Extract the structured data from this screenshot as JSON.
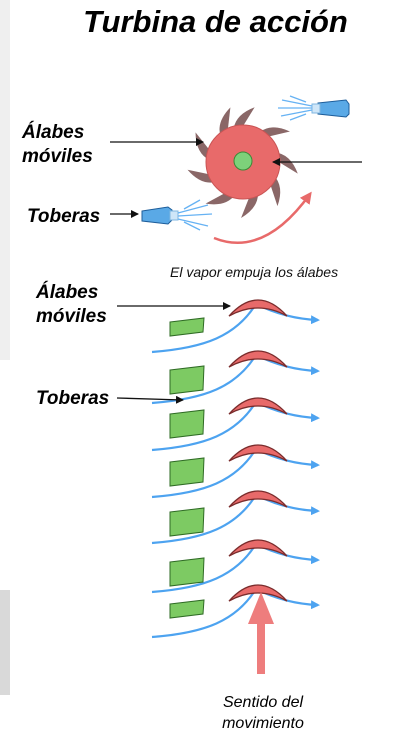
{
  "title": "Turbina de acción",
  "top_view": {
    "label_moving_blades_line1": "Álabes",
    "label_moving_blades_line2": "móviles",
    "label_nozzles": "Toberas"
  },
  "cascade_view": {
    "caption": "El vapor empuja los álabes",
    "label_moving_blades_line1": "Álabes",
    "label_moving_blades_line2": "móviles",
    "label_nozzles": "Toberas",
    "direction_line1": "Sentido del",
    "direction_line2": "movimiento"
  },
  "colors": {
    "rotor": "#e86a6a",
    "hub": "#7dd17a",
    "steam": "#4da3f0",
    "nozzle": "#5aa9e6",
    "stator_blade": "#6fc25a",
    "blade_spike": "#8a6767",
    "motion_arrow": "#e57373"
  }
}
